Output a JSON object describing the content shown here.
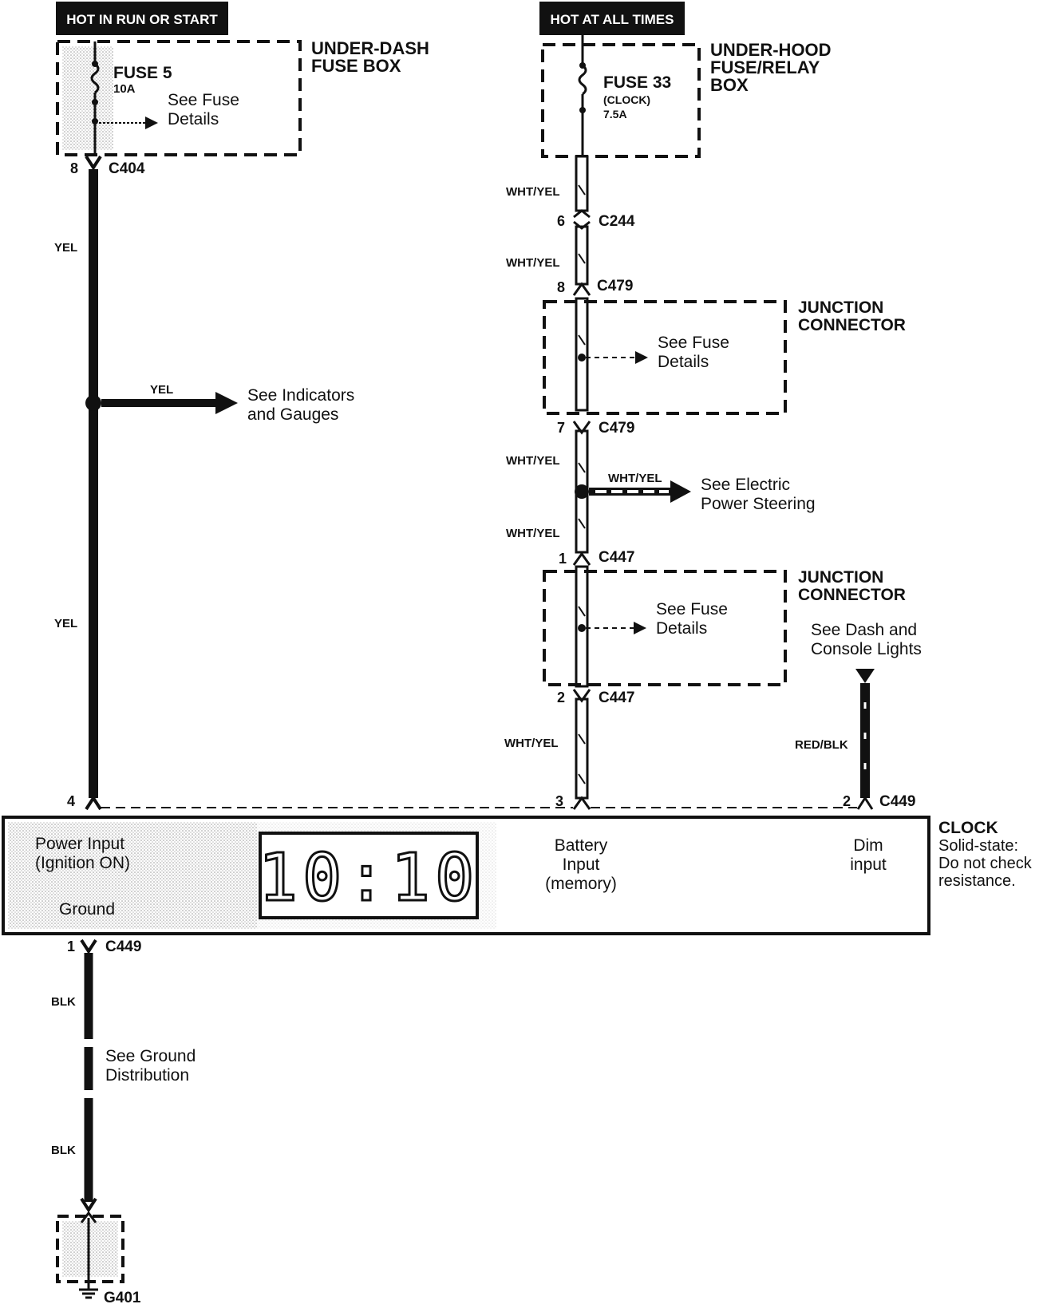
{
  "headers": {
    "left": "HOT IN RUN OR START",
    "right": "HOT AT ALL TIMES"
  },
  "boxes": {
    "underdash_title": [
      "UNDER-DASH",
      "FUSE BOX"
    ],
    "underhood_title": [
      "UNDER-HOOD",
      "FUSE/RELAY",
      "BOX"
    ],
    "junction1_title": [
      "JUNCTION",
      "CONNECTOR"
    ],
    "junction2_title": [
      "JUNCTION",
      "CONNECTOR"
    ]
  },
  "fuses": {
    "fuse5_name": "FUSE 5",
    "fuse5_rating": "10A",
    "fuse5_ref": [
      "See Fuse",
      "Details"
    ],
    "fuse33_name": "FUSE 33",
    "fuse33_sub": "(CLOCK)",
    "fuse33_rating": "7.5A"
  },
  "connectors": {
    "c404_pin": "8",
    "c404": "C404",
    "c244_pin": "6",
    "c244": "C244",
    "c479a_pin": "8",
    "c479a": "C479",
    "c479b_pin": "7",
    "c479b": "C479",
    "c447a_pin": "1",
    "c447a": "C447",
    "c447b_pin": "2",
    "c447b": "C447",
    "c449_pin_dim": "2",
    "c449_dim": "C449",
    "c449_pin_gnd": "1",
    "c449_gnd": "C449",
    "clock_pin_power": "4",
    "clock_pin_batt": "3",
    "g401": "G401"
  },
  "wires": {
    "yel_1": "YEL",
    "yel_branch": "YEL",
    "yel_2": "YEL",
    "whtyel_1": "WHT/YEL",
    "whtyel_2": "WHT/YEL",
    "whtyel_3": "WHT/YEL",
    "whtyel_branch": "WHT/YEL",
    "whtyel_4": "WHT/YEL",
    "whtyel_5": "WHT/YEL",
    "redblk": "RED/BLK",
    "blk_1": "BLK",
    "blk_2": "BLK"
  },
  "refs": {
    "indicators": [
      "See Indicators",
      "and Gauges"
    ],
    "junction1_fuse": [
      "See Fuse",
      "Details"
    ],
    "eps": [
      "See Electric",
      "Power Steering"
    ],
    "junction2_fuse": [
      "See Fuse",
      "Details"
    ],
    "dash_lights": [
      "See Dash and",
      "Console Lights"
    ],
    "ground_dist": [
      "See Ground",
      "Distribution"
    ]
  },
  "clock": {
    "power_input": [
      "Power Input",
      "(Ignition ON)"
    ],
    "ground": "Ground",
    "display": "10:10",
    "battery_input": [
      "Battery",
      "Input",
      "(memory)"
    ],
    "dim_input": [
      "Dim",
      "input"
    ],
    "title": "CLOCK",
    "note": [
      "Solid-state:",
      "Do not check",
      "resistance."
    ]
  }
}
